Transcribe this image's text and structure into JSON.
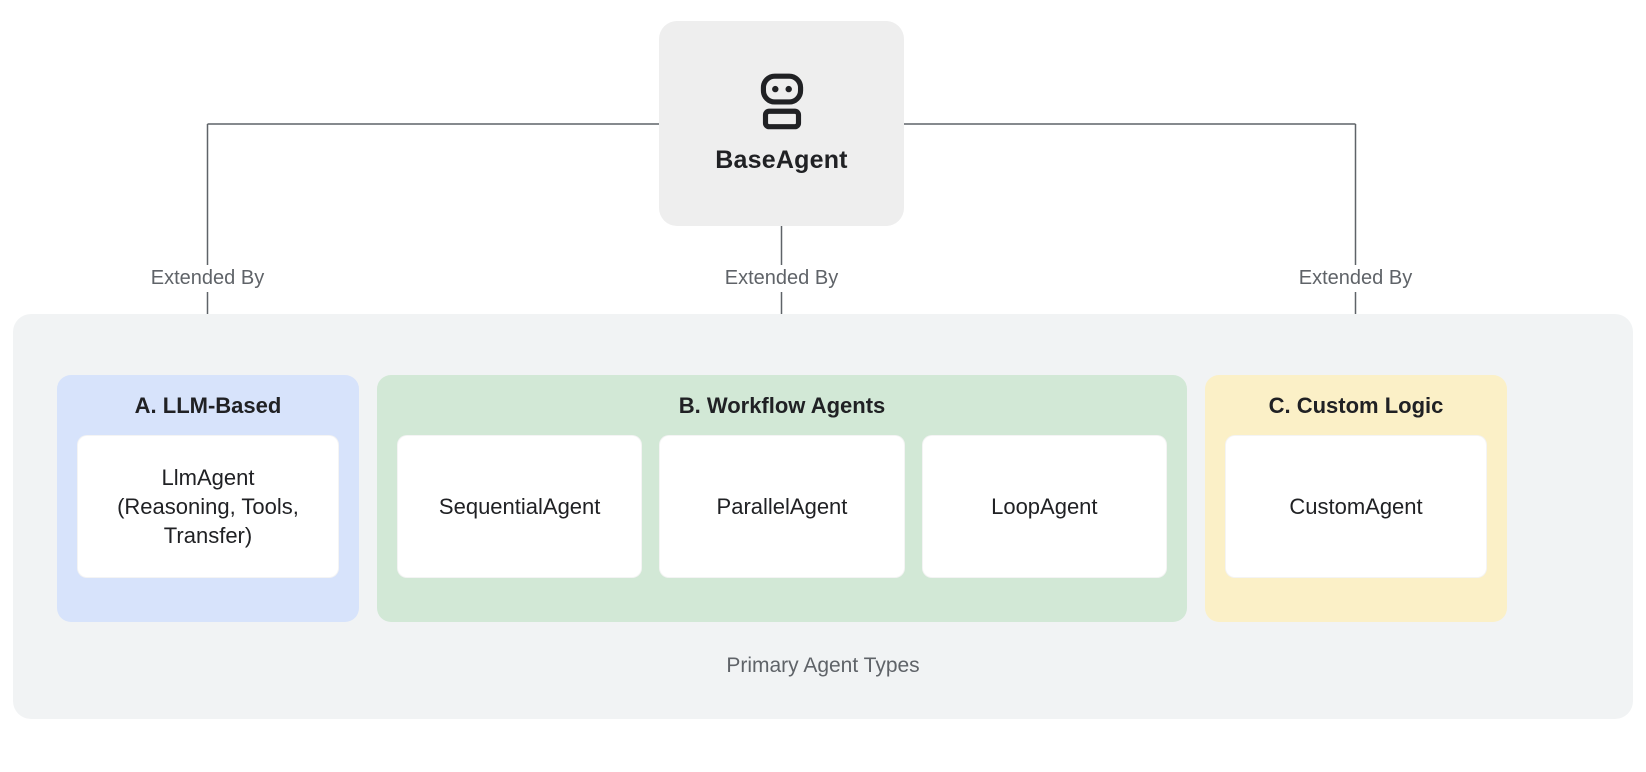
{
  "root": {
    "label": "BaseAgent",
    "icon": "robot-icon"
  },
  "edges": [
    {
      "label": "Extended By"
    },
    {
      "label": "Extended By"
    },
    {
      "label": "Extended By"
    }
  ],
  "container": {
    "caption": "Primary Agent Types"
  },
  "groups": [
    {
      "title": "A. LLM-Based",
      "color": "#d7e3fb",
      "cards": [
        "LlmAgent\n(Reasoning, Tools,\nTransfer)"
      ]
    },
    {
      "title": "B. Workflow Agents",
      "color": "#d2e8d6",
      "cards": [
        "SequentialAgent",
        "ParallelAgent",
        "LoopAgent"
      ]
    },
    {
      "title": "C. Custom Logic",
      "color": "#fbf0c7",
      "cards": [
        "CustomAgent"
      ]
    }
  ],
  "colors": {
    "root_box": "#eeeeee",
    "container": "#f1f3f4",
    "card": "#ffffff",
    "line": "#5f6368",
    "text_primary": "#202124",
    "text_secondary": "#5f6368"
  }
}
